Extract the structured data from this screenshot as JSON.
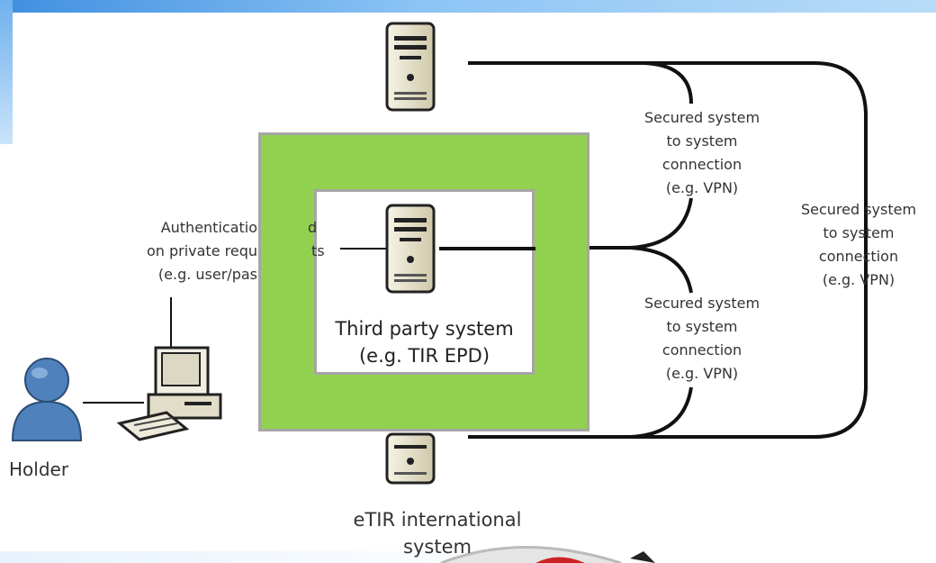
{
  "holder": {
    "label": "Holder"
  },
  "auth_label": {
    "line1": "Authenticatio",
    "line1b": "d",
    "line2": "on private requ",
    "line2b": "ts",
    "line3": "(e.g. user/pas"
  },
  "third_party": {
    "line1": "Third party system",
    "line2": "(e.g. TIR EPD)"
  },
  "etir": {
    "line1": "eTIR international",
    "line2": "system"
  },
  "vpn_upper": [
    "Secured system",
    "to system",
    "connection",
    "(e.g. VPN)"
  ],
  "vpn_lower": [
    "Secured system",
    "to system",
    "connection",
    "(e.g. VPN)"
  ],
  "vpn_right": [
    "Secured system",
    "to system",
    "connection",
    "(e.g. VPN)"
  ],
  "colors": {
    "frame_green": "#92d050",
    "frame_border": "#a6a6a6",
    "person_blue": "#4f81bd",
    "server_tan": "#e9e4cf"
  }
}
